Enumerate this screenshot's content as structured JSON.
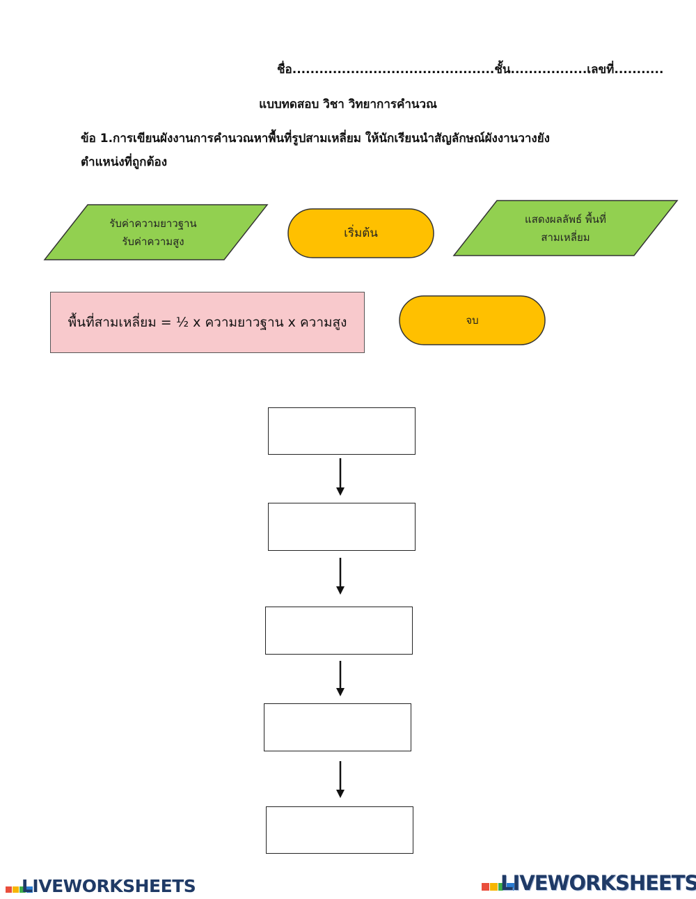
{
  "header": {
    "student_line": "ชื่อ.............................................ชั้น.................เลขที่..........."
  },
  "title": "แบบทดสอบ วิชา วิทยาการคำนวณ",
  "question": {
    "line1": "ข้อ 1.การเขียนผังงานการคำนวณหาพื้นที่รูปสามเหลี่ยม ให้นักเรียนนำสัญลักษณ์ผังงานวางยัง",
    "line2": "ตำแหน่งที่ถูกต้อง"
  },
  "symbols": {
    "input": {
      "line1": "รับค่าความยาวฐาน",
      "line2": "รับค่าความสูง"
    },
    "start": "เริ่มต้น",
    "output": {
      "line1": "แสดงผลลัพธ์ พื้นที่",
      "line2": "สามเหลี่ยม"
    },
    "process": "พื้นที่สามเหลี่ยม = ½ x ความยาวฐาน x ความสูง",
    "end": "จบ"
  },
  "colors": {
    "io_green": "#92d050",
    "terminal_orange": "#ffc000",
    "process_pink": "#f8c9cc"
  },
  "footer": {
    "logo_left": "LIVEWORKSHEETS",
    "logo_right": "LIVEWORKSHEETS"
  }
}
